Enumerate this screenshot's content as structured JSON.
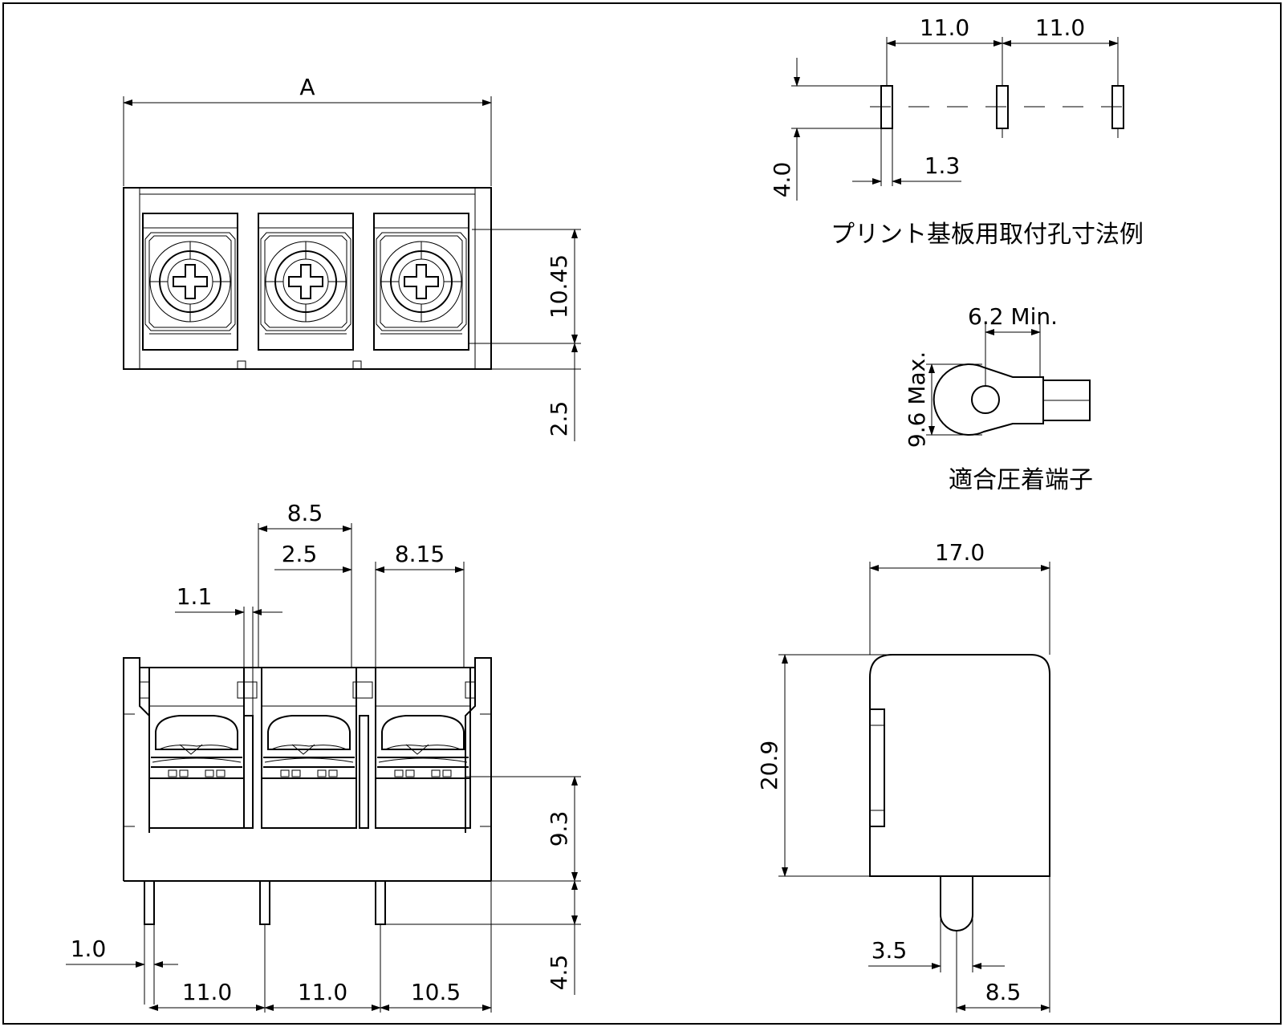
{
  "dimensions": {
    "top_view": {
      "overall_width": "A",
      "screw_area_height": "10.45",
      "lower_offset": "2.5"
    },
    "pcb_layout": {
      "pitch_1": "11.0",
      "pitch_2": "11.0",
      "hole_width": "1.3",
      "hole_length": "4.0"
    },
    "crimp_terminal": {
      "ring_width": "6.2 Min.",
      "ring_height": "9.6 Max."
    },
    "front_view": {
      "barrier_pitch": "8.5",
      "barrier_gap": "2.5",
      "cell_width": "8.15",
      "barrier_thickness": "1.1",
      "height_above_pcb": "9.3",
      "pin_length": "4.5",
      "pin_width": "1.0",
      "pitch_1": "11.0",
      "pitch_2": "11.0",
      "end_pitch": "10.5"
    },
    "side_view": {
      "depth": "17.0",
      "height": "20.9",
      "pin_offset": "3.5",
      "pin_position": "8.5"
    }
  },
  "captions": {
    "pcb_layout": "プリント基板用取付孔寸法例",
    "crimp_terminal": "適合圧着端子"
  }
}
